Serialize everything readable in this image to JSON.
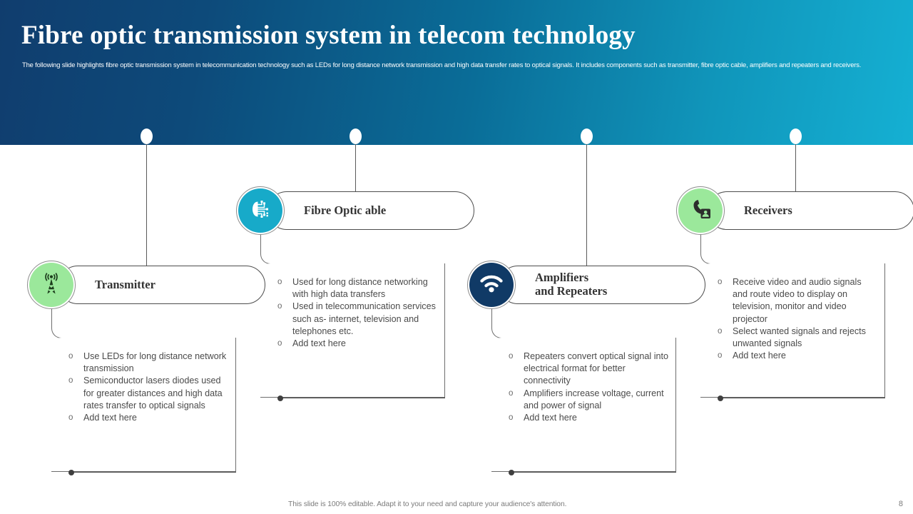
{
  "header": {
    "title": "Fibre optic transmission system in telecom technology",
    "subtitle": "The following slide highlights fibre optic transmission system in telecommunication technology such as LEDs for long distance network transmission and high data transfer rates to optical signals. It includes components such as transmitter, fibre optic cable, amplifiers and repeaters and receivers."
  },
  "nodes": [
    {
      "id": "transmitter",
      "label": "Transmitter",
      "icon": "broadcast-tower-icon",
      "circle_color": "#9be89b",
      "icon_color": "#1d3d1d",
      "bullets": [
        "Use LEDs for long distance network transmission",
        "Semiconductor lasers diodes used for greater distances and high data rates transfer to optical signals",
        "Add text here"
      ]
    },
    {
      "id": "fibre-optic-cable",
      "label": "Fibre Optic able",
      "icon": "fibre-optic-circuit-icon",
      "circle_color": "#17aac9",
      "icon_color": "#ffffff",
      "bullets": [
        "Used for long distance networking with high data transfers",
        "Used in telecommunication services such as- internet, television and telephones etc.",
        "Add text here"
      ]
    },
    {
      "id": "amplifiers-and-repeaters",
      "label": "Amplifiers\nand Repeaters",
      "icon": "wifi-signal-icon",
      "circle_color": "#103a66",
      "icon_color": "#ffffff",
      "bullets": [
        "Repeaters convert optical signal into electrical format for better connectivity",
        "Amplifiers increase voltage, current and power of signal",
        "Add text here"
      ]
    },
    {
      "id": "receivers",
      "label": "Receivers",
      "icon": "phone-contact-icon",
      "circle_color": "#9be89b",
      "icon_color": "#2d2d2d",
      "bullets": [
        "Receive video and audio signals and route video to display on television, monitor and video projector",
        "Select wanted signals and rejects unwanted signals",
        "Add text here"
      ]
    }
  ],
  "footer": {
    "note": "This slide is 100% editable. Adapt it to your need and capture your audience's attention.",
    "page_number": "8"
  },
  "colors": {
    "header_gradient_start": "#103d6e",
    "header_gradient_end": "#15b0d3",
    "green_accent": "#9be89b",
    "cyan_accent": "#17aac9",
    "navy_accent": "#103a66"
  }
}
